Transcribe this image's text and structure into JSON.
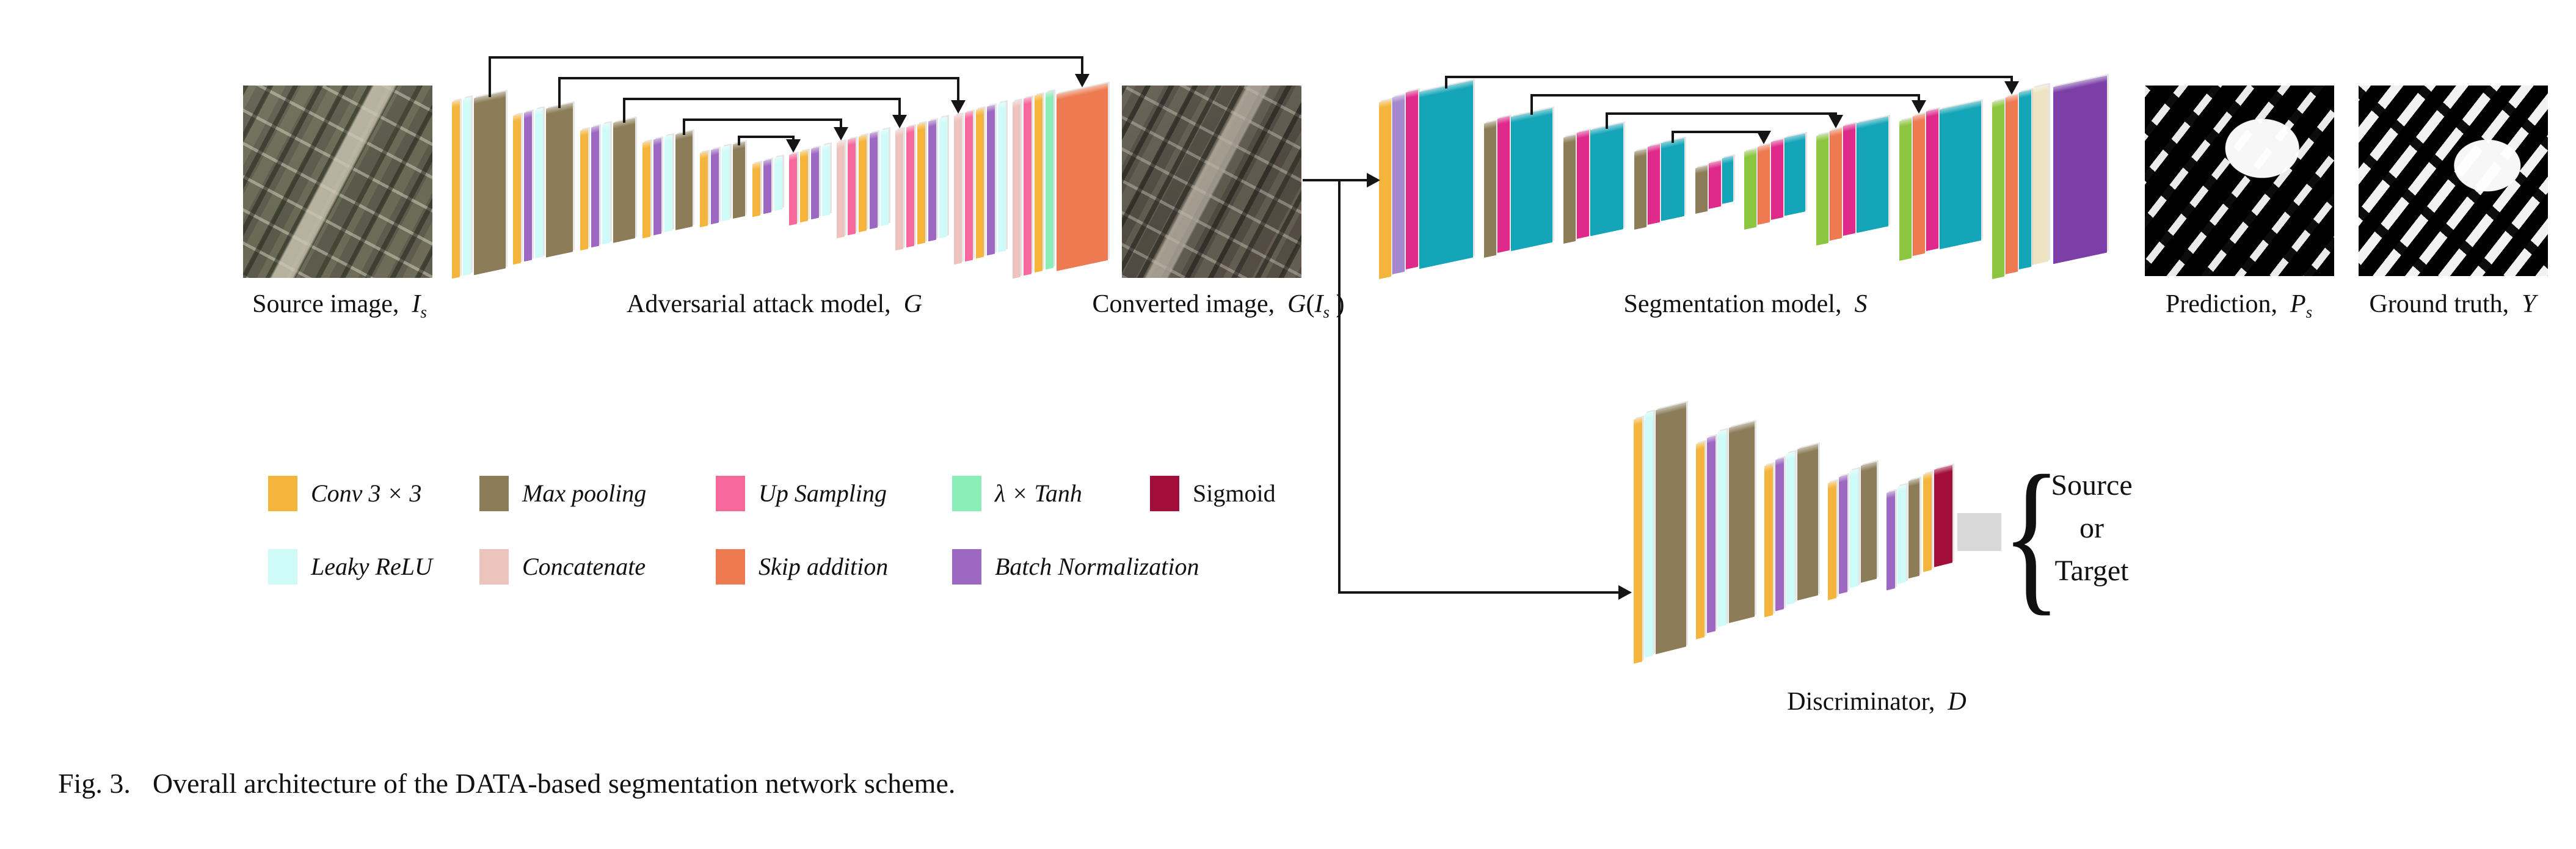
{
  "figure": {
    "caption_prefix": "Fig. 3.",
    "caption_text": "Overall architecture of the DATA-based segmentation network scheme."
  },
  "palette": {
    "conv": "#F5B53C",
    "pool": "#8C7D58",
    "up": "#F7699C",
    "tanh": "#8BEDB7",
    "sigmoid": "#A30D39",
    "lrelu": "#CEFBF7",
    "concat": "#EDC3BE",
    "skip": "#EE7A52",
    "bn": "#9C68C1",
    "teal": "#14A5B8",
    "lime": "#8CC640",
    "magenta": "#DF2A8C",
    "lilac": "#A487CC",
    "beige": "#EEE3C2",
    "deep_purple": "#7B3FA7",
    "output_gray": "#D8D8D8"
  },
  "legend": {
    "rows": [
      [
        {
          "key": "conv",
          "label": "Conv 3 × 3"
        },
        {
          "key": "pool",
          "label": "Max pooling"
        },
        {
          "key": "up",
          "label": "Up Sampling"
        },
        {
          "key": "tanh",
          "label": "λ × Tanh"
        },
        {
          "key": "sigmoid",
          "label": "Sigmoid",
          "upright": true
        }
      ],
      [
        {
          "key": "lrelu",
          "label": "Leaky ReLU"
        },
        {
          "key": "concat",
          "label": "Concatenate"
        },
        {
          "key": "skip",
          "label": "Skip addition"
        },
        {
          "key": "bn",
          "label": "Batch Normalization"
        }
      ]
    ]
  },
  "component_labels": {
    "source_image": [
      {
        "t": "Source image,"
      },
      {
        "t": "  "
      },
      {
        "t": "I",
        "s": "var"
      },
      {
        "t": "s",
        "s": "sub"
      }
    ],
    "adversarial_attack_model": [
      {
        "t": "Adversarial attack model,"
      },
      {
        "t": "  "
      },
      {
        "t": "G",
        "s": "var"
      }
    ],
    "converted_image": [
      {
        "t": "Converted image,"
      },
      {
        "t": "  "
      },
      {
        "t": "G",
        "s": "var"
      },
      {
        "t": "("
      },
      {
        "t": "I",
        "s": "var"
      },
      {
        "t": "s",
        "s": "sub"
      },
      {
        "t": " "
      },
      {
        "t": ")"
      }
    ],
    "segmentation_model": [
      {
        "t": "Segmentation model,"
      },
      {
        "t": "  "
      },
      {
        "t": "S",
        "s": "var"
      }
    ],
    "prediction": [
      {
        "t": "Prediction,"
      },
      {
        "t": "  "
      },
      {
        "t": "P",
        "s": "var"
      },
      {
        "t": "s",
        "s": "sub"
      }
    ],
    "ground_truth": [
      {
        "t": "Ground truth,"
      },
      {
        "t": "  "
      },
      {
        "t": "Y",
        "s": "var"
      }
    ],
    "discriminator": [
      {
        "t": "Discriminator,"
      },
      {
        "t": "  "
      },
      {
        "t": "D",
        "s": "var"
      }
    ]
  },
  "output_branch": {
    "options": [
      "Source",
      "or",
      "Target"
    ]
  },
  "models": {
    "generator": {
      "groups": [
        {
          "h": 1.0,
          "layers": [
            {
              "c": "conv"
            },
            {
              "c": "lrelu"
            },
            {
              "c": "pool",
              "w": 52
            }
          ]
        },
        {
          "h": 0.84,
          "layers": [
            {
              "c": "conv"
            },
            {
              "c": "bn"
            },
            {
              "c": "lrelu"
            },
            {
              "c": "pool",
              "w": 44
            }
          ]
        },
        {
          "h": 0.68,
          "layers": [
            {
              "c": "conv"
            },
            {
              "c": "bn"
            },
            {
              "c": "lrelu"
            },
            {
              "c": "pool",
              "w": 36
            }
          ]
        },
        {
          "h": 0.54,
          "layers": [
            {
              "c": "conv"
            },
            {
              "c": "bn"
            },
            {
              "c": "lrelu"
            },
            {
              "c": "pool",
              "w": 28
            }
          ]
        },
        {
          "h": 0.42,
          "layers": [
            {
              "c": "conv"
            },
            {
              "c": "bn"
            },
            {
              "c": "lrelu"
            },
            {
              "c": "pool",
              "w": 20
            }
          ]
        },
        {
          "h": 0.3,
          "layers": [
            {
              "c": "conv"
            },
            {
              "c": "bn"
            },
            {
              "c": "lrelu"
            }
          ]
        },
        {
          "h": 0.4,
          "layers": [
            {
              "c": "up"
            },
            {
              "c": "conv"
            },
            {
              "c": "bn"
            },
            {
              "c": "lrelu"
            }
          ]
        },
        {
          "h": 0.54,
          "layers": [
            {
              "c": "concat"
            },
            {
              "c": "up"
            },
            {
              "c": "conv"
            },
            {
              "c": "bn"
            },
            {
              "c": "lrelu"
            }
          ]
        },
        {
          "h": 0.68,
          "layers": [
            {
              "c": "concat"
            },
            {
              "c": "up"
            },
            {
              "c": "conv"
            },
            {
              "c": "bn"
            },
            {
              "c": "lrelu"
            }
          ]
        },
        {
          "h": 0.84,
          "layers": [
            {
              "c": "concat"
            },
            {
              "c": "up"
            },
            {
              "c": "conv"
            },
            {
              "c": "bn"
            },
            {
              "c": "lrelu"
            }
          ]
        },
        {
          "h": 1.0,
          "layers": [
            {
              "c": "concat"
            },
            {
              "c": "up"
            },
            {
              "c": "conv"
            },
            {
              "c": "tanh"
            },
            {
              "c": "skip",
              "w": 84
            }
          ]
        }
      ],
      "skip_arrows": [
        {
          "from": 0,
          "to": 10,
          "target_layer": 4,
          "tier": 0
        },
        {
          "from": 1,
          "to": 9,
          "target_layer": 0,
          "tier": 1
        },
        {
          "from": 2,
          "to": 8,
          "target_layer": 0,
          "tier": 2
        },
        {
          "from": 3,
          "to": 7,
          "target_layer": 0,
          "tier": 3
        },
        {
          "from": 4,
          "to": 6,
          "target_layer": 0,
          "tier": 4
        }
      ]
    },
    "segmentation": {
      "groups": [
        {
          "h": 1.0,
          "layers": [
            {
              "c": "conv"
            },
            {
              "c": "lilac"
            },
            {
              "c": "magenta"
            },
            {
              "c": "teal",
              "w": 88
            }
          ]
        },
        {
          "h": 0.76,
          "layers": [
            {
              "c": "pool"
            },
            {
              "c": "magenta"
            },
            {
              "c": "teal",
              "w": 68
            }
          ]
        },
        {
          "h": 0.6,
          "layers": [
            {
              "c": "pool"
            },
            {
              "c": "magenta"
            },
            {
              "c": "teal",
              "w": 54
            }
          ]
        },
        {
          "h": 0.44,
          "layers": [
            {
              "c": "pool"
            },
            {
              "c": "magenta"
            },
            {
              "c": "teal",
              "w": 38
            }
          ]
        },
        {
          "h": 0.26,
          "layers": [
            {
              "c": "pool"
            },
            {
              "c": "magenta"
            },
            {
              "c": "teal",
              "w": 18
            }
          ]
        },
        {
          "h": 0.44,
          "layers": [
            {
              "c": "lime"
            },
            {
              "c": "skip"
            },
            {
              "c": "magenta"
            },
            {
              "c": "teal",
              "w": 34
            }
          ]
        },
        {
          "h": 0.62,
          "layers": [
            {
              "c": "lime"
            },
            {
              "c": "skip"
            },
            {
              "c": "magenta"
            },
            {
              "c": "teal",
              "w": 52
            }
          ]
        },
        {
          "h": 0.79,
          "layers": [
            {
              "c": "lime"
            },
            {
              "c": "skip"
            },
            {
              "c": "magenta"
            },
            {
              "c": "teal",
              "w": 68
            }
          ]
        },
        {
          "h": 1.0,
          "layers": [
            {
              "c": "lime"
            },
            {
              "c": "skip"
            },
            {
              "c": "teal"
            },
            {
              "c": "beige",
              "w": 26
            },
            {
              "c": "deep_purple",
              "w": 88
            }
          ]
        }
      ],
      "skip_arrows": [
        {
          "from": 0,
          "to": 8,
          "target_layer": 1,
          "tier": 0
        },
        {
          "from": 1,
          "to": 7,
          "target_layer": 1,
          "tier": 1
        },
        {
          "from": 2,
          "to": 6,
          "target_layer": 1,
          "tier": 2
        },
        {
          "from": 3,
          "to": 5,
          "target_layer": 1,
          "tier": 3
        }
      ]
    },
    "discriminator": {
      "groups": [
        {
          "h": 1.0,
          "layers": [
            {
              "c": "conv"
            },
            {
              "c": "lrelu"
            },
            {
              "c": "pool",
              "w": 50
            }
          ]
        },
        {
          "h": 0.8,
          "layers": [
            {
              "c": "conv"
            },
            {
              "c": "bn"
            },
            {
              "c": "lrelu"
            },
            {
              "c": "pool",
              "w": 42
            }
          ]
        },
        {
          "h": 0.62,
          "layers": [
            {
              "c": "conv"
            },
            {
              "c": "bn"
            },
            {
              "c": "lrelu"
            },
            {
              "c": "pool",
              "w": 34
            }
          ]
        },
        {
          "h": 0.48,
          "layers": [
            {
              "c": "conv"
            },
            {
              "c": "bn"
            },
            {
              "c": "lrelu"
            },
            {
              "c": "pool",
              "w": 26
            }
          ]
        },
        {
          "h": 0.4,
          "layers": [
            {
              "c": "bn"
            },
            {
              "c": "lrelu"
            },
            {
              "c": "pool",
              "w": 18
            },
            {
              "c": "conv"
            },
            {
              "c": "sigmoid",
              "w": 30
            }
          ]
        }
      ],
      "skip_arrows": []
    }
  }
}
